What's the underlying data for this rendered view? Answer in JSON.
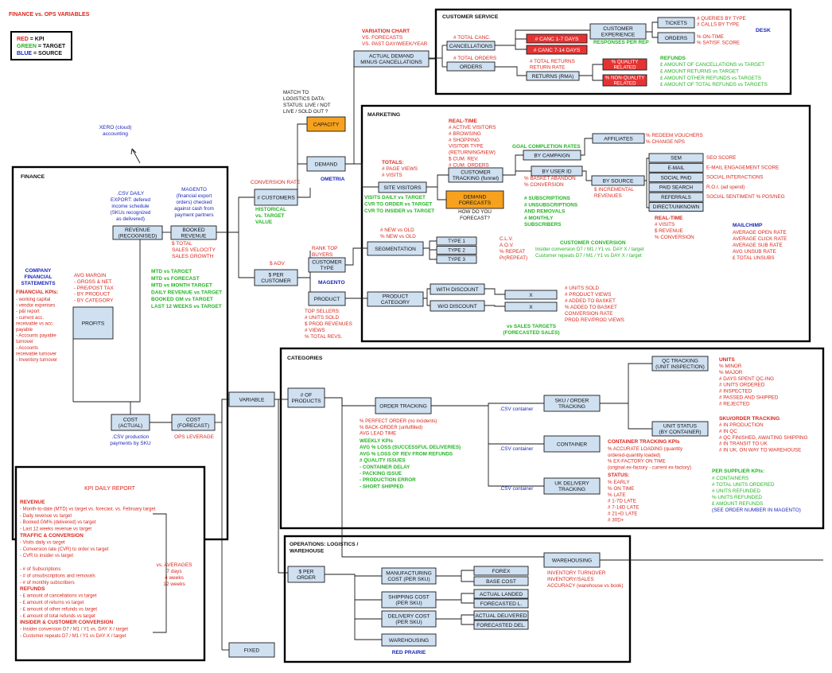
{
  "title": "FINANCE vs. OPS VARIABLES",
  "legend": [
    {
      "key": "RED",
      "rest": " = KPI"
    },
    {
      "key": "GREEN",
      "rest": " = TARGET"
    },
    {
      "key": "BLUE",
      "rest": " = SOURCE"
    }
  ],
  "colors": {
    "kpi": "#d9261c",
    "target": "#24b324",
    "source": "#1a27b8",
    "box": "#cfe0f1",
    "highlight": "#f6a21e"
  },
  "panels": {
    "finance": "FINANCE",
    "customer_service": "CUSTOMER SERVICE",
    "marketing": "MARKETING",
    "categories": "CATEGORIES",
    "operations": [
      "OPERATIONS: LOGISTICS /",
      "WAREHOUSE"
    ],
    "desk": "DESK",
    "ometria": "OMETRIA",
    "magento_blue": "MAGENTO",
    "mailchimp": "MAILCHIMP",
    "red_prairie": "RED PRAIRIE"
  },
  "xero": [
    "XERO (cloud)",
    "accounting"
  ],
  "finance": {
    "csv_daily": [
      ".CSV DAILY",
      "EXPORT: defered",
      "income schedule",
      "(SKUs recognized",
      "as delivered)"
    ],
    "magento": [
      "MAGENTO",
      "(financial export",
      "orders) checked",
      "against cash from",
      "payment partners"
    ],
    "revenue_recognised": [
      "REVENUE",
      "(RECOGNISED)"
    ],
    "booked_revenue": [
      "BOOKED",
      "REVENUE"
    ],
    "booked_kpis": [
      "$ TOTAL",
      "SALES VELOCITY",
      "SALES GROWTH"
    ],
    "targets": [
      "MTD vs TARGET",
      "MTD vs FORECAST",
      "MTD vs MONTH TARGET",
      "DAILY REVENUE vs TARGET",
      "BOOKED GM vs TARGET",
      "LAST 12 WEEKS vs TARGET"
    ],
    "company": [
      "COMPANY",
      "FINANCIAL",
      "STATEMENTS"
    ],
    "kpis_header": "FINANCIAL KPIs:",
    "kpis": [
      "- working capital",
      "- vendor expenses",
      "- p&l report",
      "- current acc.",
      "receivable vs acc.",
      "payable",
      "- Accounts payable",
      "turnover",
      "- Accounts",
      "receivable turnover",
      "- Inventory turnover"
    ],
    "margins": [
      "AVG MARGIN",
      "- GROSS & NET",
      "- PRE/POST TAX",
      "- BY PRODUCT",
      "- BY CATEGORY"
    ],
    "profits": "PROFITS",
    "cost_actual": [
      "COST",
      "(ACTUAL)"
    ],
    "cost_forecast": [
      "COST",
      "(FORECAST)"
    ],
    "csv_production": [
      ".CSV production",
      "payments by SKU"
    ],
    "ops_leverage": "OPS LEVERAGE"
  },
  "kpi_report": {
    "title": "KPI DAILY REPORT",
    "lines": [
      {
        "t": "REVENUE",
        "h": true
      },
      {
        "t": "- Month-to-date (MTD) vs target vs. forecast. vs. February target"
      },
      {
        "t": "- Daily revenue vs target"
      },
      {
        "t": "- Booked GM% (delivered) vs target"
      },
      {
        "t": "- Last 12 weeks revenue vs target"
      },
      {
        "t": "TRAFFIC & CONVERSION",
        "h": true
      },
      {
        "t": "- Visits daily vs target"
      },
      {
        "t": "- Conversion rate (CVR) to order vs target"
      },
      {
        "t": "- CVR to insider vs target"
      },
      {
        "t": ""
      },
      {
        "t": "- # of Subscriptions"
      },
      {
        "t": "- # of unsubscriptions and removals"
      },
      {
        "t": "- # of monthly subscribers"
      },
      {
        "t": "REFUNDS",
        "h": true
      },
      {
        "t": "- £ amount of cancellations vs target"
      },
      {
        "t": "- £ amount of returns vs target"
      },
      {
        "t": "- £ amount of other refunds vs target"
      },
      {
        "t": "- £ amount of total refunds vs target"
      },
      {
        "t": "INSIDER & CUSTOMER CONVERSION",
        "h": true
      },
      {
        "t": "- Insider conversion D7 / M1 / Y1 vs. DAY X / target"
      },
      {
        "t": "- Customer repeats D7 / M1 / Y1 vs DAY X / target"
      }
    ],
    "averages": [
      "vs. AVERAGES",
      "7 days",
      "4 weeks",
      "12 weeks"
    ]
  },
  "customer_service": {
    "cust_exp": [
      "CUSTOMER",
      "EXPERIENCE"
    ],
    "tickets": "TICKETS",
    "orders": "ORDERS",
    "ticket_kpis": [
      "# QUERIES BY TYPE",
      "# CALLS BY TYPE"
    ],
    "order_kpis": [
      "% ON-TIME",
      "% SATISF. SCORE"
    ],
    "responses": "RESPONSES PER REP",
    "total_canc": "# TOTAL CANC.",
    "cancellations": "CANCELLATIONS",
    "canc_1_7": "# CANC 1-7 DAYS",
    "canc_7_14": "# CANC 7-14 DAYS",
    "total_orders": "# TOTAL ORDERS",
    "orders2": "ORDERS",
    "returns_rate": [
      "# TOTAL RETURNS",
      "RETURN RATE"
    ],
    "returns_rma": "RETURNS (RMA)",
    "quality": [
      "% QUALITY",
      "RELATED"
    ],
    "non_quality": [
      "% NON-QUALITY",
      "RELATED"
    ],
    "refunds_title": "REFUNDS",
    "refunds": [
      "£ AMOUNT OF CANCELLATIONS vs TARGET",
      "£ AMOUNT RETURNS vs TARGET",
      "£ AMOUNT OTHER REFUNDS vs TARGETS",
      "£ AMOUNT OF TOTAL REFUNDS vs TARGETS"
    ]
  },
  "center": {
    "variation_chart": [
      "VARIATION CHART",
      "VS. FORECASTS",
      "VS. PAST DAY/WEEK/YEAR"
    ],
    "actual_demand": [
      "ACTUAL DEMAND",
      "MINUS CANCELLATIONS"
    ],
    "match": [
      "MATCH TO",
      "LOGISTICS DATA:",
      "STATUS: LIVE / NOT",
      "LIVE / SOLD OUT ?"
    ],
    "capacity": "CAPACITY",
    "demand": "DEMAND",
    "conversion_rate": "CONVERSION RATE",
    "customers": "# CUSTOMERS",
    "customers_targets": [
      "HISTORICAL",
      "vs. TARGET",
      "VALUE"
    ],
    "aov": "$ AOV",
    "per_customer": [
      "$ PER",
      "CUSTOMER"
    ],
    "variable": "VARIABLE",
    "fixed": "FIXED"
  },
  "marketing": {
    "realtime": "REAL-TIME",
    "realtime_lines": [
      "# ACTIVE VISITORS",
      "# BROWSING",
      "# SHOPPING",
      "VISITOR TYPE",
      "(RETURNING/NEW)",
      "$ CUM. REV.",
      "# CUM. ORDERS"
    ],
    "totals": [
      "TOTALS:",
      "# PAGE VIEWS",
      "# VISITS"
    ],
    "site_visitors": "SITE VISITORS",
    "site_targets": [
      "VISITS DAILY vs TARGET",
      "CVR TO ORDER vs TARGET",
      "CVR TO INSIDER vs TARGET"
    ],
    "customer_tracking": [
      "CUSTOMER",
      "TRACKING (funnel)"
    ],
    "demand_forecasts": [
      "DEMAND",
      "FORECASTS"
    ],
    "forecast_q": [
      "HOW DO YOU",
      "FORECAST?"
    ],
    "goal_completion": "GOAL COMPLETION RATES",
    "by_campaign": "BY CAMPAIGN",
    "affiliates": "AFFILIATES",
    "affiliate_kpis": [
      "% REDEEM VOUCHERS",
      "% CHANGE NPS"
    ],
    "by_user_id": "BY USER ID",
    "user_kpis": [
      "% BASKET ABANDON",
      "% CONVERSION"
    ],
    "by_source": "BY SOURCE",
    "incremental": [
      "$ INCREMENTAL",
      "REVENUES"
    ],
    "subscriptions": [
      "# SUBSCRIPTIONS",
      "# UNSUBSCRIPTIONS",
      "AND REMOVALS",
      "# MONTHLY",
      "SUBSCRIBERS"
    ],
    "sources": [
      "SEM",
      "E-MAIL",
      "SOCIAL PAID",
      "PAID SEARCH",
      "REFERRALS",
      "DIRECT/UNKNOWN"
    ],
    "source_kpis": [
      "SEO SCORE",
      "E-MAIL ENGAGEMENT SCORE",
      "SOCIAL INTERACTIONS",
      "R.O.I. (ad spend)",
      "SOCIAL SENTIMENT % POS/NEG"
    ],
    "realtime2": [
      "REAL-TIME",
      "# VISITS",
      "$ REVENUE",
      "% CONVERSION"
    ],
    "mailchimp_kpis": [
      "AVERAGE OPEN RATE",
      "AVERAGE CLICK RATE",
      "AVERAGE SUB RATE",
      "AVG UNSUB RATE",
      "£ TOTAL UNSUBS"
    ],
    "new_old": [
      "# NEW vs OLD",
      "% NEW vs OLD"
    ],
    "rank_top": [
      "RANK TOP",
      "BUYERS"
    ],
    "customer_type": [
      "CUSTOMER",
      "TYPE"
    ],
    "segmentation": "SEGMENTATION",
    "types": [
      "TYPE 1",
      "TYPE 2",
      "TYPE 3"
    ],
    "type_kpis": [
      "C.L.V.",
      "A.O.V.",
      "% REPEAT",
      "Pr(REPEAT)"
    ],
    "customer_conversion": "CUSTOMER CONVERSION",
    "conversion_lines": [
      "Insider conversion D7 / M1 / Y1 vs. DAY X / target",
      "Customer repeats D7 / M1 / Y1 vs DAY X / target"
    ],
    "product": "PRODUCT",
    "top_sellers": [
      "TOP SELLERS:",
      "# UNITS SOLD",
      "$ PROD REVENUES",
      "# VIEWS",
      "% TOTAL REVS."
    ],
    "product_category": [
      "PRODUCT",
      "CATEGORY"
    ],
    "with_discount": "WITH DISCOUNT",
    "wo_discount": "W/O DISCOUNT",
    "x": "X",
    "product_kpis": [
      "# UNITS SOLD",
      "# PRODUCT VIEWS",
      "# ADDED TO BASKET",
      "% ADDED TO BASKET",
      "CONVERSION RATE",
      "PROD REV/PROD VIEWS"
    ],
    "sales_targets": [
      "vs SALES TARGETS",
      "(FORECASTED SALES)"
    ]
  },
  "categories": {
    "num_products": [
      "# OF",
      "PRODUCTS"
    ],
    "order_tracking": "ORDER TRACKING",
    "order_kpis": [
      "% PERFECT ORDER (no incidents)",
      "% BACK-ORDER  (unfulfilled)",
      "AVG LEAD TIME"
    ],
    "weekly_kpis": [
      "WEEKLY KPIs",
      "AVG % LOSS (SUCCESSFUL DELIVERIES)",
      "AVG % LOSS OF REV FROM REFUNDS",
      "# QUALITY ISSUES",
      "- CONTAINER DELAY",
      "- PACKING ISSUE",
      "- PRODUCTION ERROR",
      "- SHORT SHIPPED"
    ],
    "csv_container": ".CSV container",
    "sku_order": [
      "SKU / ORDER",
      "TRACKING"
    ],
    "container": "CONTAINER",
    "uk_delivery": [
      "UK DELIVERY",
      "TRACKING"
    ],
    "qc_tracking": [
      "QC TRACKING",
      "(UNIT INSPECTION)"
    ],
    "unit_status": [
      "UNIT STATUS",
      "(BY CONTAINER)"
    ],
    "units_title": "UNITS",
    "units": [
      "% MINOR",
      "% MAJOR",
      "# DAYS SPENT QC-ING",
      "# UNITS ORDERED",
      "# INSPECTED",
      "# PASSED AND SHIPPED",
      "# REJECTED"
    ],
    "sku_order_title": "SKU/ORDER TRACKING",
    "sku_order_lines": [
      "# IN PRODUCTION",
      "# IN QC",
      "# QC FINISHED, AWAITING SHIPPING",
      "# IN TRANSIT TO UK",
      "# IN UK, ON WAY TO WAREHOUSE"
    ],
    "container_kpis_title": "CONTAINER TRACKING KPIs",
    "container_kpis": [
      "% ACCURATE LOADING (quantity",
      "ordered-quantity loaded)",
      "% EX-FACTORY ON TIME",
      "(original ex-factory - current ex-factory)"
    ],
    "status_title": "STATUS:",
    "status": [
      "% EARLY",
      "% ON TIME",
      "% LATE",
      "# 1-7D LATE",
      "# 7-14D LATE",
      "# 21+D LATE",
      "# 30D+"
    ],
    "supplier_title": "PER SUPPLIER KPIs:",
    "supplier": [
      "# CONTAINERS",
      "# TOTAL UNITS ORDERED",
      "# UNITS REFUNDED",
      "% UNITS REFUNDED",
      "£ AMOUNT REFUNDS"
    ],
    "see_order": "(SEE ORDER NUMBER IN MAGENTO)"
  },
  "operations": {
    "per_order": [
      "$ PER",
      "ORDER"
    ],
    "manufacturing": [
      "MANUFACTURING",
      "COST (PER SKU)"
    ],
    "forex": "FOREX",
    "base_cost": "BASE COST",
    "shipping": [
      "SHIPPING COST",
      "(PER SKU)"
    ],
    "actual_landed": "ACTUAL LANDED",
    "forecasted_l": "FORECASTED L.",
    "delivery": [
      "DELIVERY COST",
      "(PER SKU)"
    ],
    "actual_delivered": "ACTUAL DELIVERED",
    "forecasted_del": "FORECASTED DEL.",
    "warehousing": "WAREHOUSING",
    "warehousing_top": "WAREHOUSING",
    "warehousing_kpis": [
      "INVENTORY TURNOVER",
      "INVENTORY/SALES",
      "ACCURACY (warehouse vs book)"
    ]
  }
}
